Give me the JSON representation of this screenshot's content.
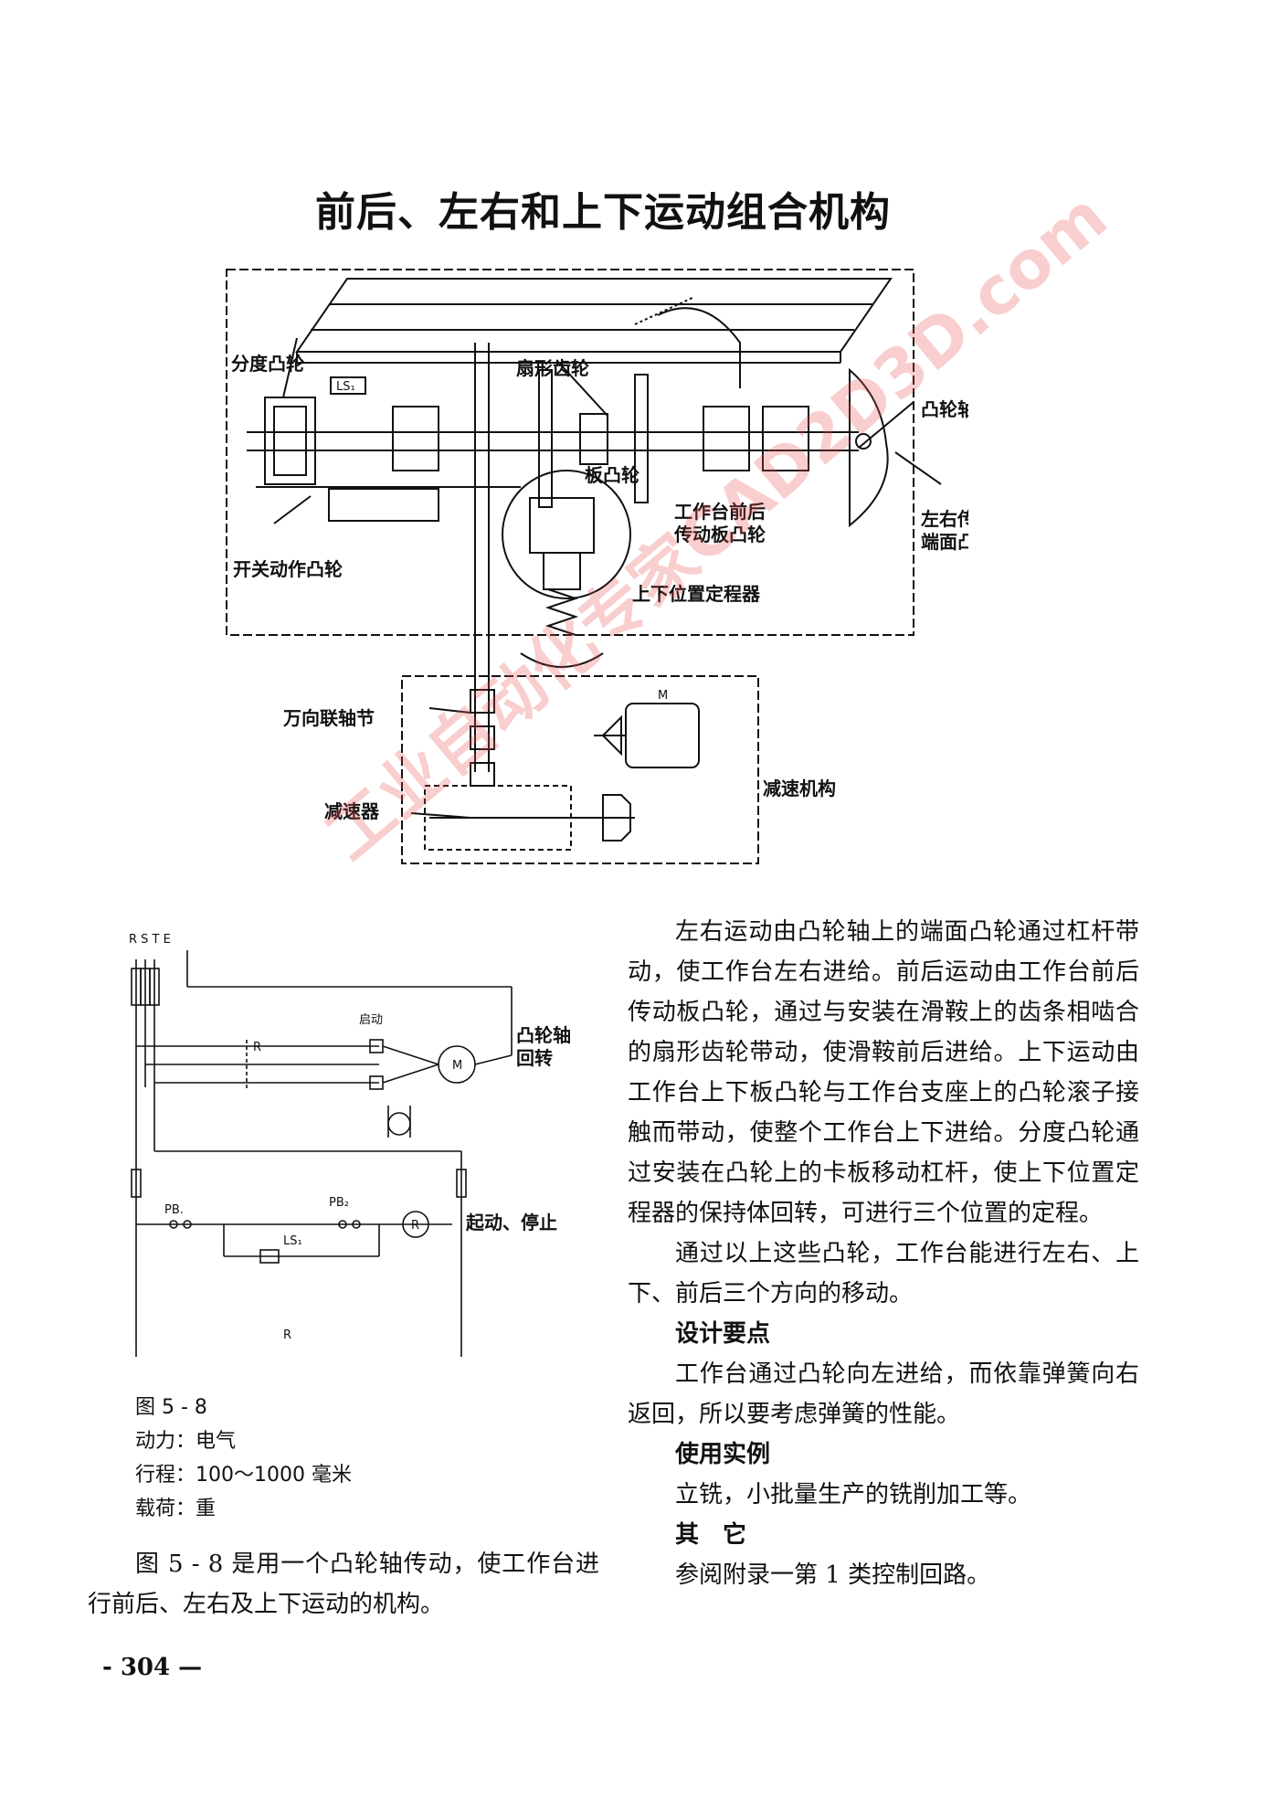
{
  "page": {
    "title": "前后、左右和上下运动组合机构",
    "page_number": "- 304 —"
  },
  "mechanism_labels": {
    "indexing_cam": "分度凸轮",
    "ls1": "LS₁",
    "sector_gear": "扇形齿轮",
    "camshaft": "凸轮轴",
    "plate_cam": "板凸轮",
    "table_fb_cam_line1": "工作台前后",
    "table_fb_cam_line2": "传动板凸轮",
    "lr_end_cam_line1": "左右传动",
    "lr_end_cam_line2": "端面凸轮",
    "switch_cam": "开关动作凸轮",
    "ud_positioner": "上下位置定程器",
    "universal_joint": "万向联轴节",
    "motor": "M",
    "reduction_mech": "减速机构",
    "reducer": "减速器"
  },
  "circuit_labels": {
    "phases": "R S T E",
    "start_label": "启动",
    "r_contact": "R",
    "motor": "M",
    "camshaft_rotate_line1": "凸轮轴",
    "camshaft_rotate_line2": "回转",
    "pb1": "PB.",
    "pb2": "PB₂",
    "relay": "R",
    "ls1": "LS₁",
    "start_stop": "起动、停止",
    "bottom_r": "R"
  },
  "figure_caption": {
    "number": "图 5 - 8",
    "power": "动力：电气",
    "stroke": "行程：100～1000 毫米",
    "load": "载荷：重"
  },
  "left_paragraph": "图 5 - 8 是用一个凸轮轴传动，使工作台进行前后、左右及上下运动的机构。",
  "right_column": {
    "para1": "左右运动由凸轮轴上的端面凸轮通过杠杆带动，使工作台左右进给。前后运动由工作台前后传动板凸轮，通过与安装在滑鞍上的齿条相啮合的扇形齿轮带动，使滑鞍前后进给。上下运动由工作台上下板凸轮与工作台支座上的凸轮滚子接触而带动，使整个工作台上下进给。分度凸轮通过安装在凸轮上的卡板移动杠杆，使上下位置定程器的保持体回转，可进行三个位置的定程。",
    "para2": "通过以上这些凸轮，工作台能进行左右、上下、前后三个方向的移动。",
    "heading_design": "设计要点",
    "para_design": "工作台通过凸轮向左进给，而依靠弹簧向右返回，所以要考虑弹簧的性能。",
    "heading_usage": "使用实例",
    "para_usage": "立铣，小批量生产的铣削加工等。",
    "heading_other": "其　它",
    "para_other": "参阅附录一第 1 类控制回路。"
  },
  "watermark": "工业自动化专家CAD2D3D.com"
}
